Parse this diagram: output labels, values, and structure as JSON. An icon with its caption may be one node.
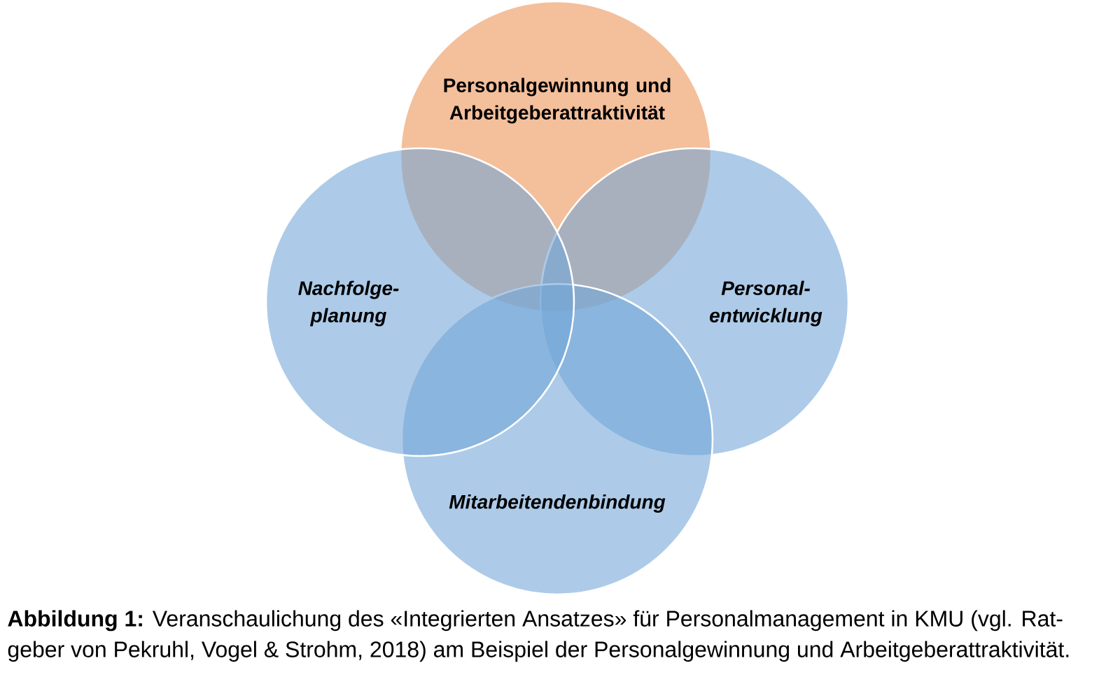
{
  "diagram": {
    "caption": "**Abbildung 1:** Veranschaulichung des «Integrierten Ansatzes» für Personalmanagement in KMU (vgl. Rat- geber von Pekruhl, Vogel & Strohm, 2018) am Beispiel der Personalgewinnung und Arbeitgeberattraktivität.",
    "nodes": [
      {
        "text": [
          "Personalgewinnung und Arbeitgeberattraktivität"
        ]
      },
      {
        "text": [
          "Nachfolge- planung"
        ]
      },
      {
        "text": [
          "Personal- entwicklung"
        ]
      },
      {
        "text": [
          "Mitarbeitendenbindung"
        ]
      }
    ]
  }
}
